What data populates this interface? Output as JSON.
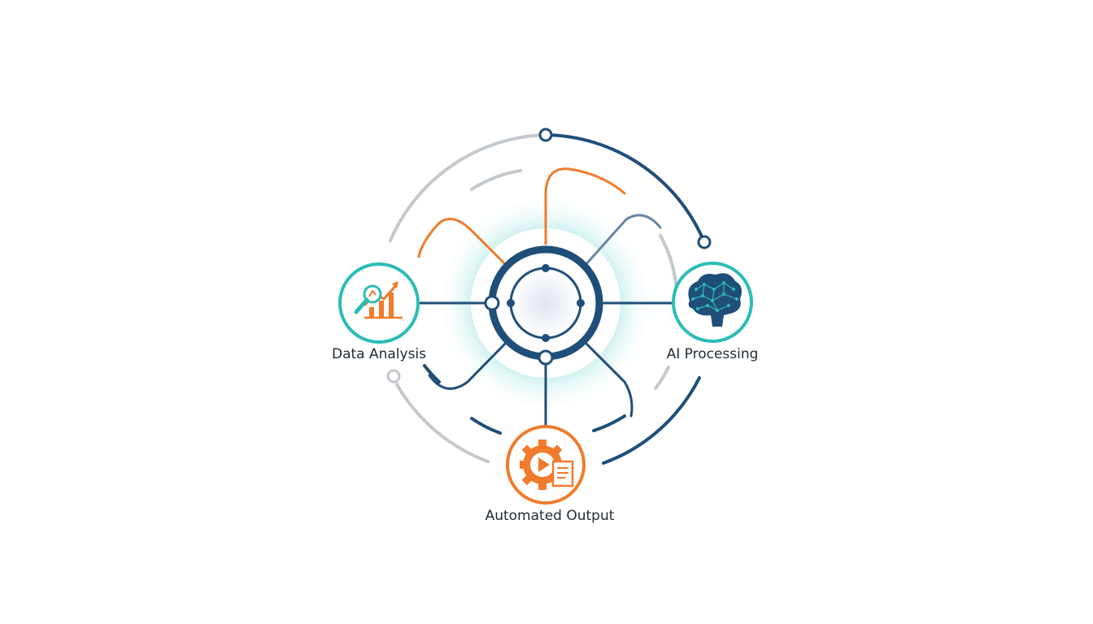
{
  "nodes": {
    "data_analysis": {
      "label": "Data Analysis",
      "icon": "chart-magnifier-icon"
    },
    "ai_processing": {
      "label": "AI Processing",
      "icon": "brain-network-icon"
    },
    "automated_output": {
      "label": "Automated Output",
      "icon": "gear-play-document-icon"
    }
  },
  "colors": {
    "navy": "#1f4e79",
    "orange": "#f07b2c",
    "teal": "#2bbcb6",
    "gray": "#c3c8cd",
    "text": "#1f2a36"
  }
}
